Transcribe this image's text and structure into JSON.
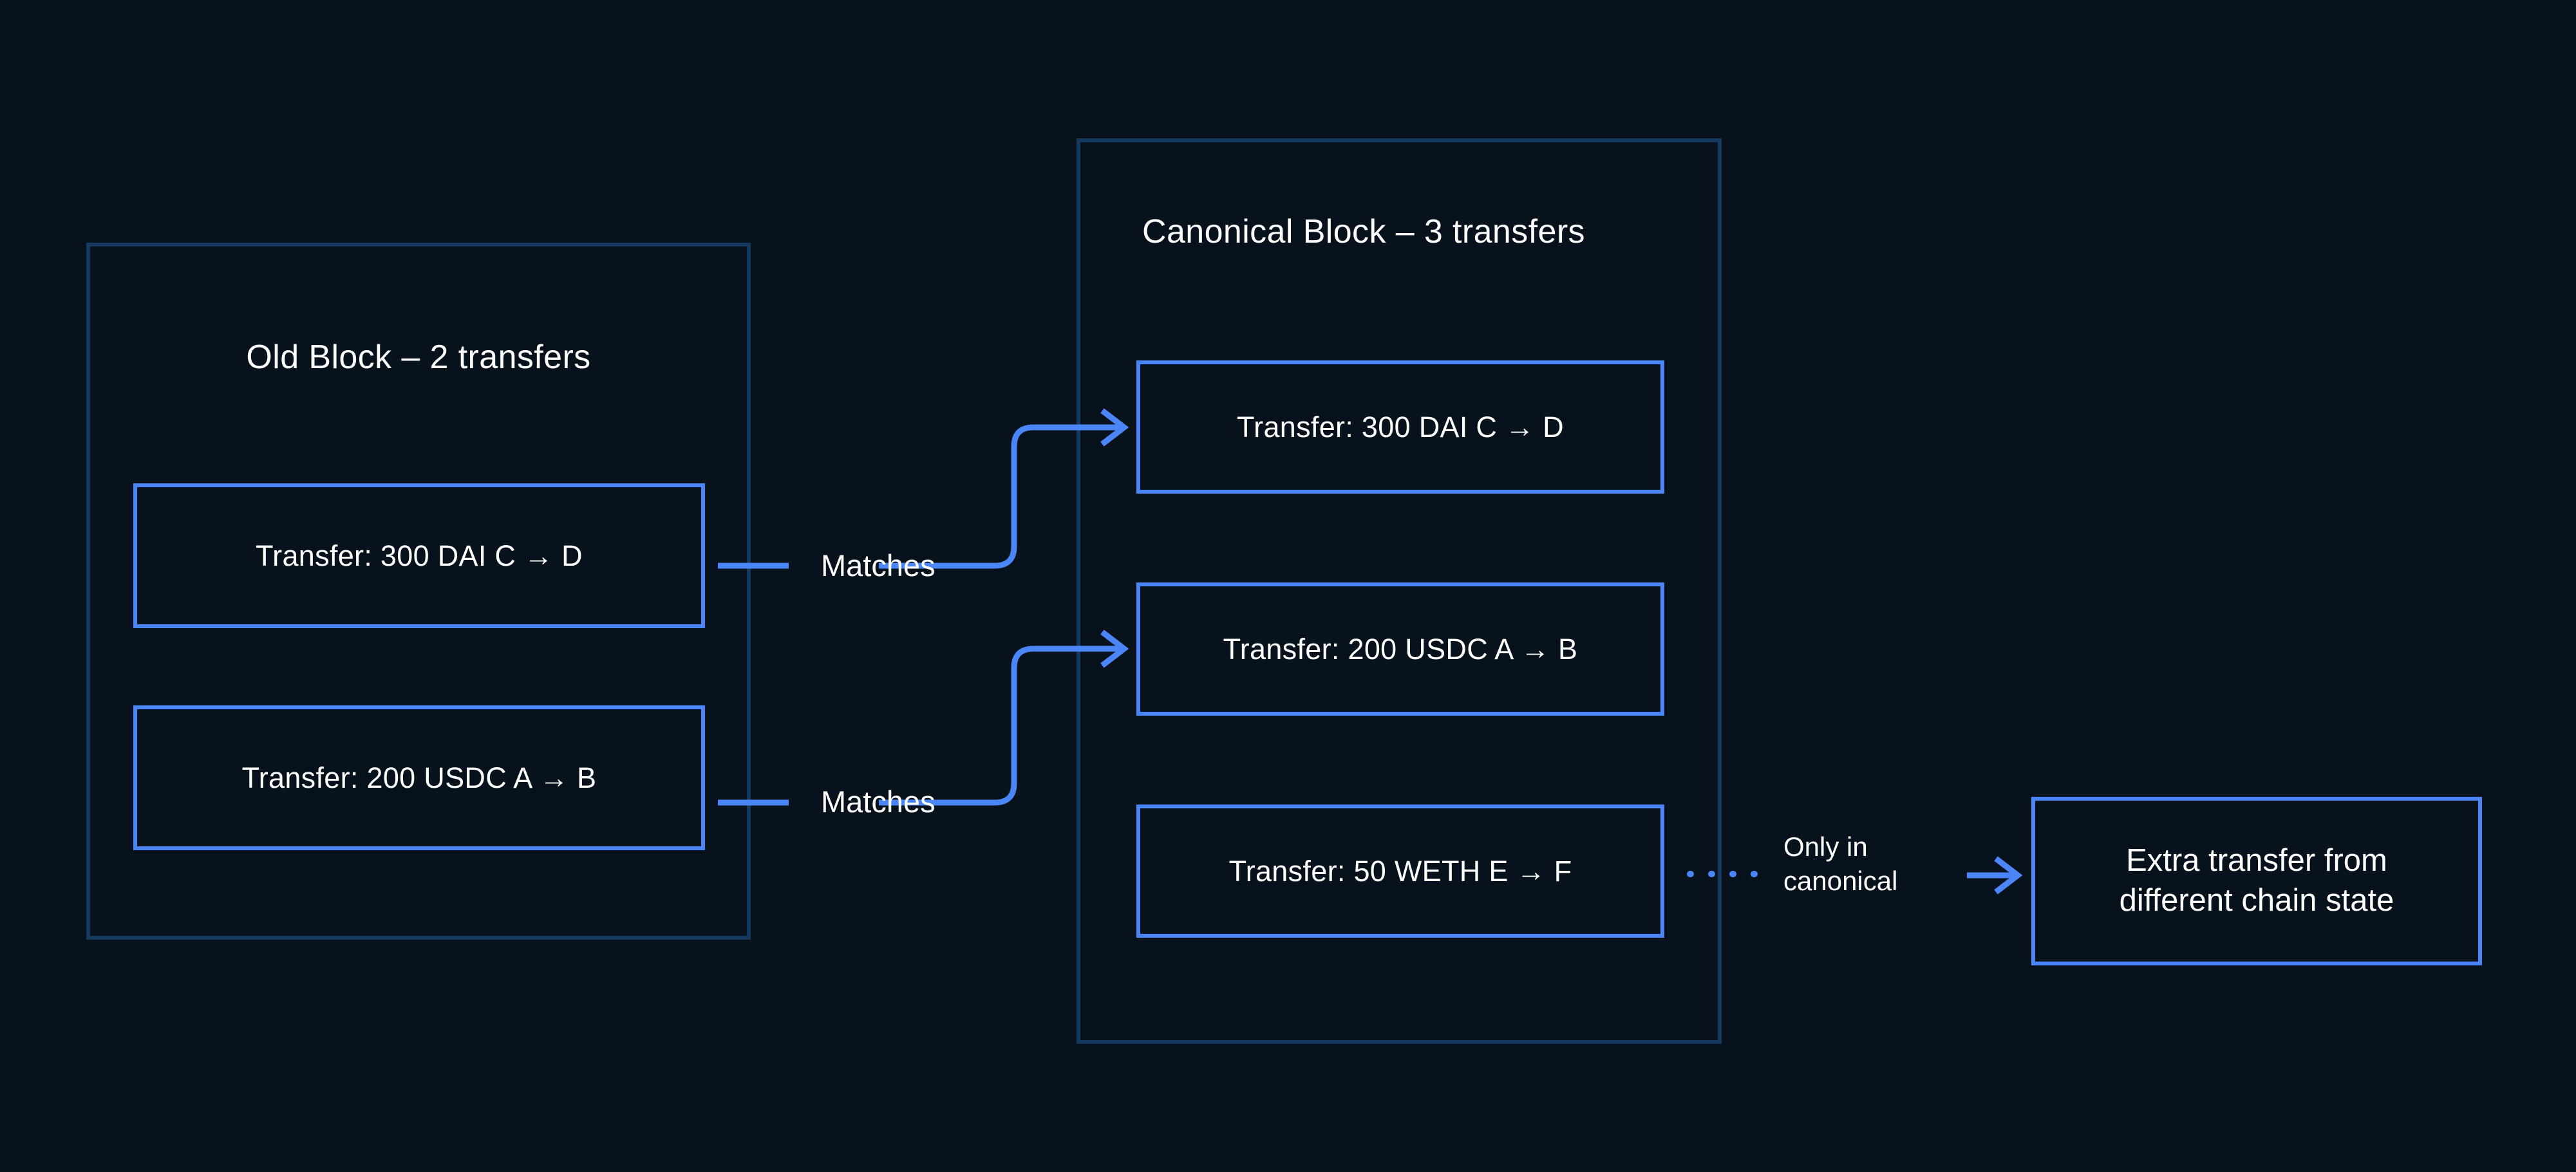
{
  "diagram": {
    "title": "Block transfer comparison",
    "background_color": "#08121d",
    "container_border_color": "#15395e",
    "accent_color": "#4a86f7",
    "text_color": "#ffffff"
  },
  "old_block": {
    "title": "Old Block – 2 transfers",
    "transfers": [
      {
        "label": "Transfer: 300 DAI C → D"
      },
      {
        "label": "Transfer: 200 USDC A → B"
      }
    ]
  },
  "canonical_block": {
    "title": "Canonical Block – 3 transfers",
    "transfers": [
      {
        "label": "Transfer: 300 DAI C → D"
      },
      {
        "label": "Transfer: 200 USDC A → B"
      },
      {
        "label": "Transfer: 50 WETH E → F"
      }
    ]
  },
  "annotations": {
    "match_labels": [
      {
        "label": "Matches"
      },
      {
        "label": "Matches"
      }
    ],
    "only_in_canonical": {
      "label": "Only in\ncanonical"
    }
  },
  "extra_box": {
    "label": "Extra transfer from\ndifferent chain state"
  }
}
